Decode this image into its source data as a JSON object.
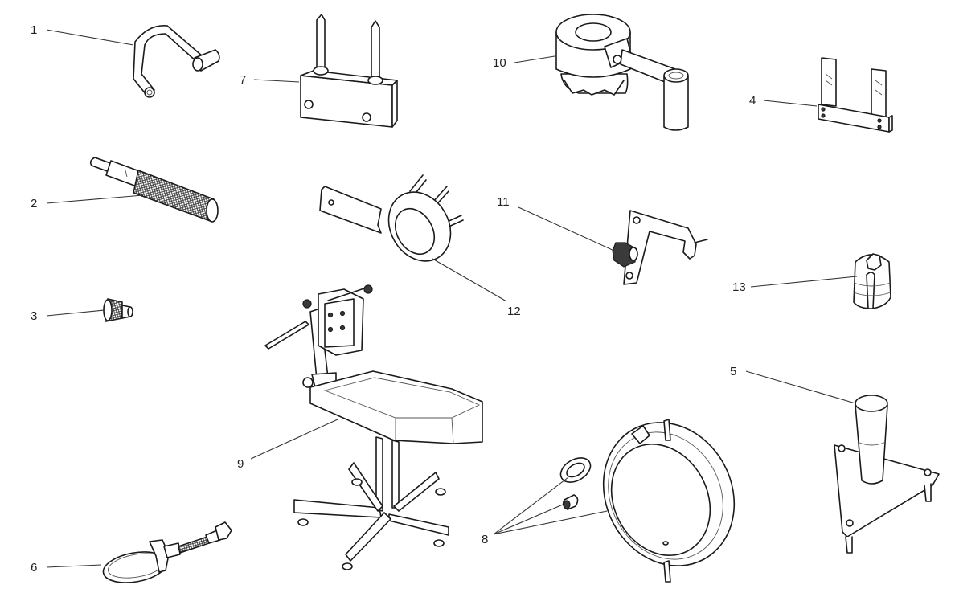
{
  "diagram": {
    "type": "service-tools-exploded-view",
    "callouts": [
      {
        "id": "1",
        "label": "1"
      },
      {
        "id": "2",
        "label": "2"
      },
      {
        "id": "3",
        "label": "3"
      },
      {
        "id": "4",
        "label": "4"
      },
      {
        "id": "5",
        "label": "5"
      },
      {
        "id": "6",
        "label": "6"
      },
      {
        "id": "7",
        "label": "7"
      },
      {
        "id": "8",
        "label": "8"
      },
      {
        "id": "9",
        "label": "9"
      },
      {
        "id": "10",
        "label": "10"
      },
      {
        "id": "11",
        "label": "11"
      },
      {
        "id": "12",
        "label": "12"
      },
      {
        "id": "13",
        "label": "13"
      }
    ],
    "colors": {
      "line": "#1a1a1a",
      "leader": "#333333",
      "background": "#ffffff",
      "knob": "#3a3a3a"
    }
  }
}
